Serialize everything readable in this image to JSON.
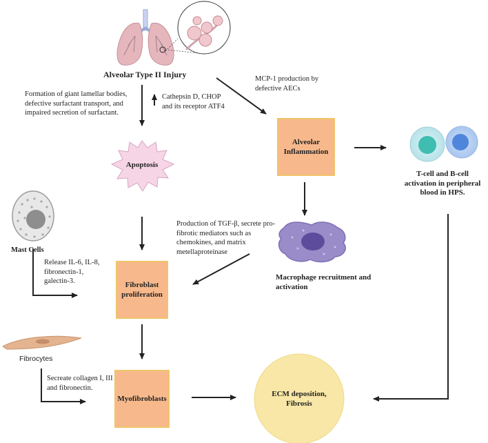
{
  "nodes": {
    "injury": "Alveolar Type II Injury",
    "apoptosis": "Apoptosis",
    "inflammation": "Alveolar Inflammation",
    "fibroblast": "Fibroblast proliferation",
    "myofibroblasts": "Myofibroblasts",
    "ecm": "ECM deposition, Fibrosis",
    "mast_cells": "Mast Cells",
    "fibrocytes": "Fibrocytes",
    "tcell": "T-cell and B-cell activation in peripheral blood in HPS.",
    "macrophage": "Macrophage recruitment and activation"
  },
  "annotations": {
    "lamellar": "Formation of giant lamellar bodies, defective surfactant transport, and impaired secretion of surfactant.",
    "cathepsin": "Cathepsin D, CHOP and its receptor ATF4",
    "mcp1": "MCP-1 production by defective AECs",
    "tgf": "Production of TGF-β, secrete pro-fibrotic mediators such as chemokines, and matrix metellaproteinase",
    "release": "Release IL-6, IL-8, fibronectin-1, galectin-3.",
    "collagen": "Secreate collagen I, III and fibronectin."
  },
  "colors": {
    "box_fill": "#f7b98c",
    "box_border": "#f0c46a",
    "ecm_fill": "#f8e7a6",
    "apoptosis_fill": "#f6d6e6",
    "macrophage_fill": "#9a8cc9",
    "arrow": "#222222"
  }
}
